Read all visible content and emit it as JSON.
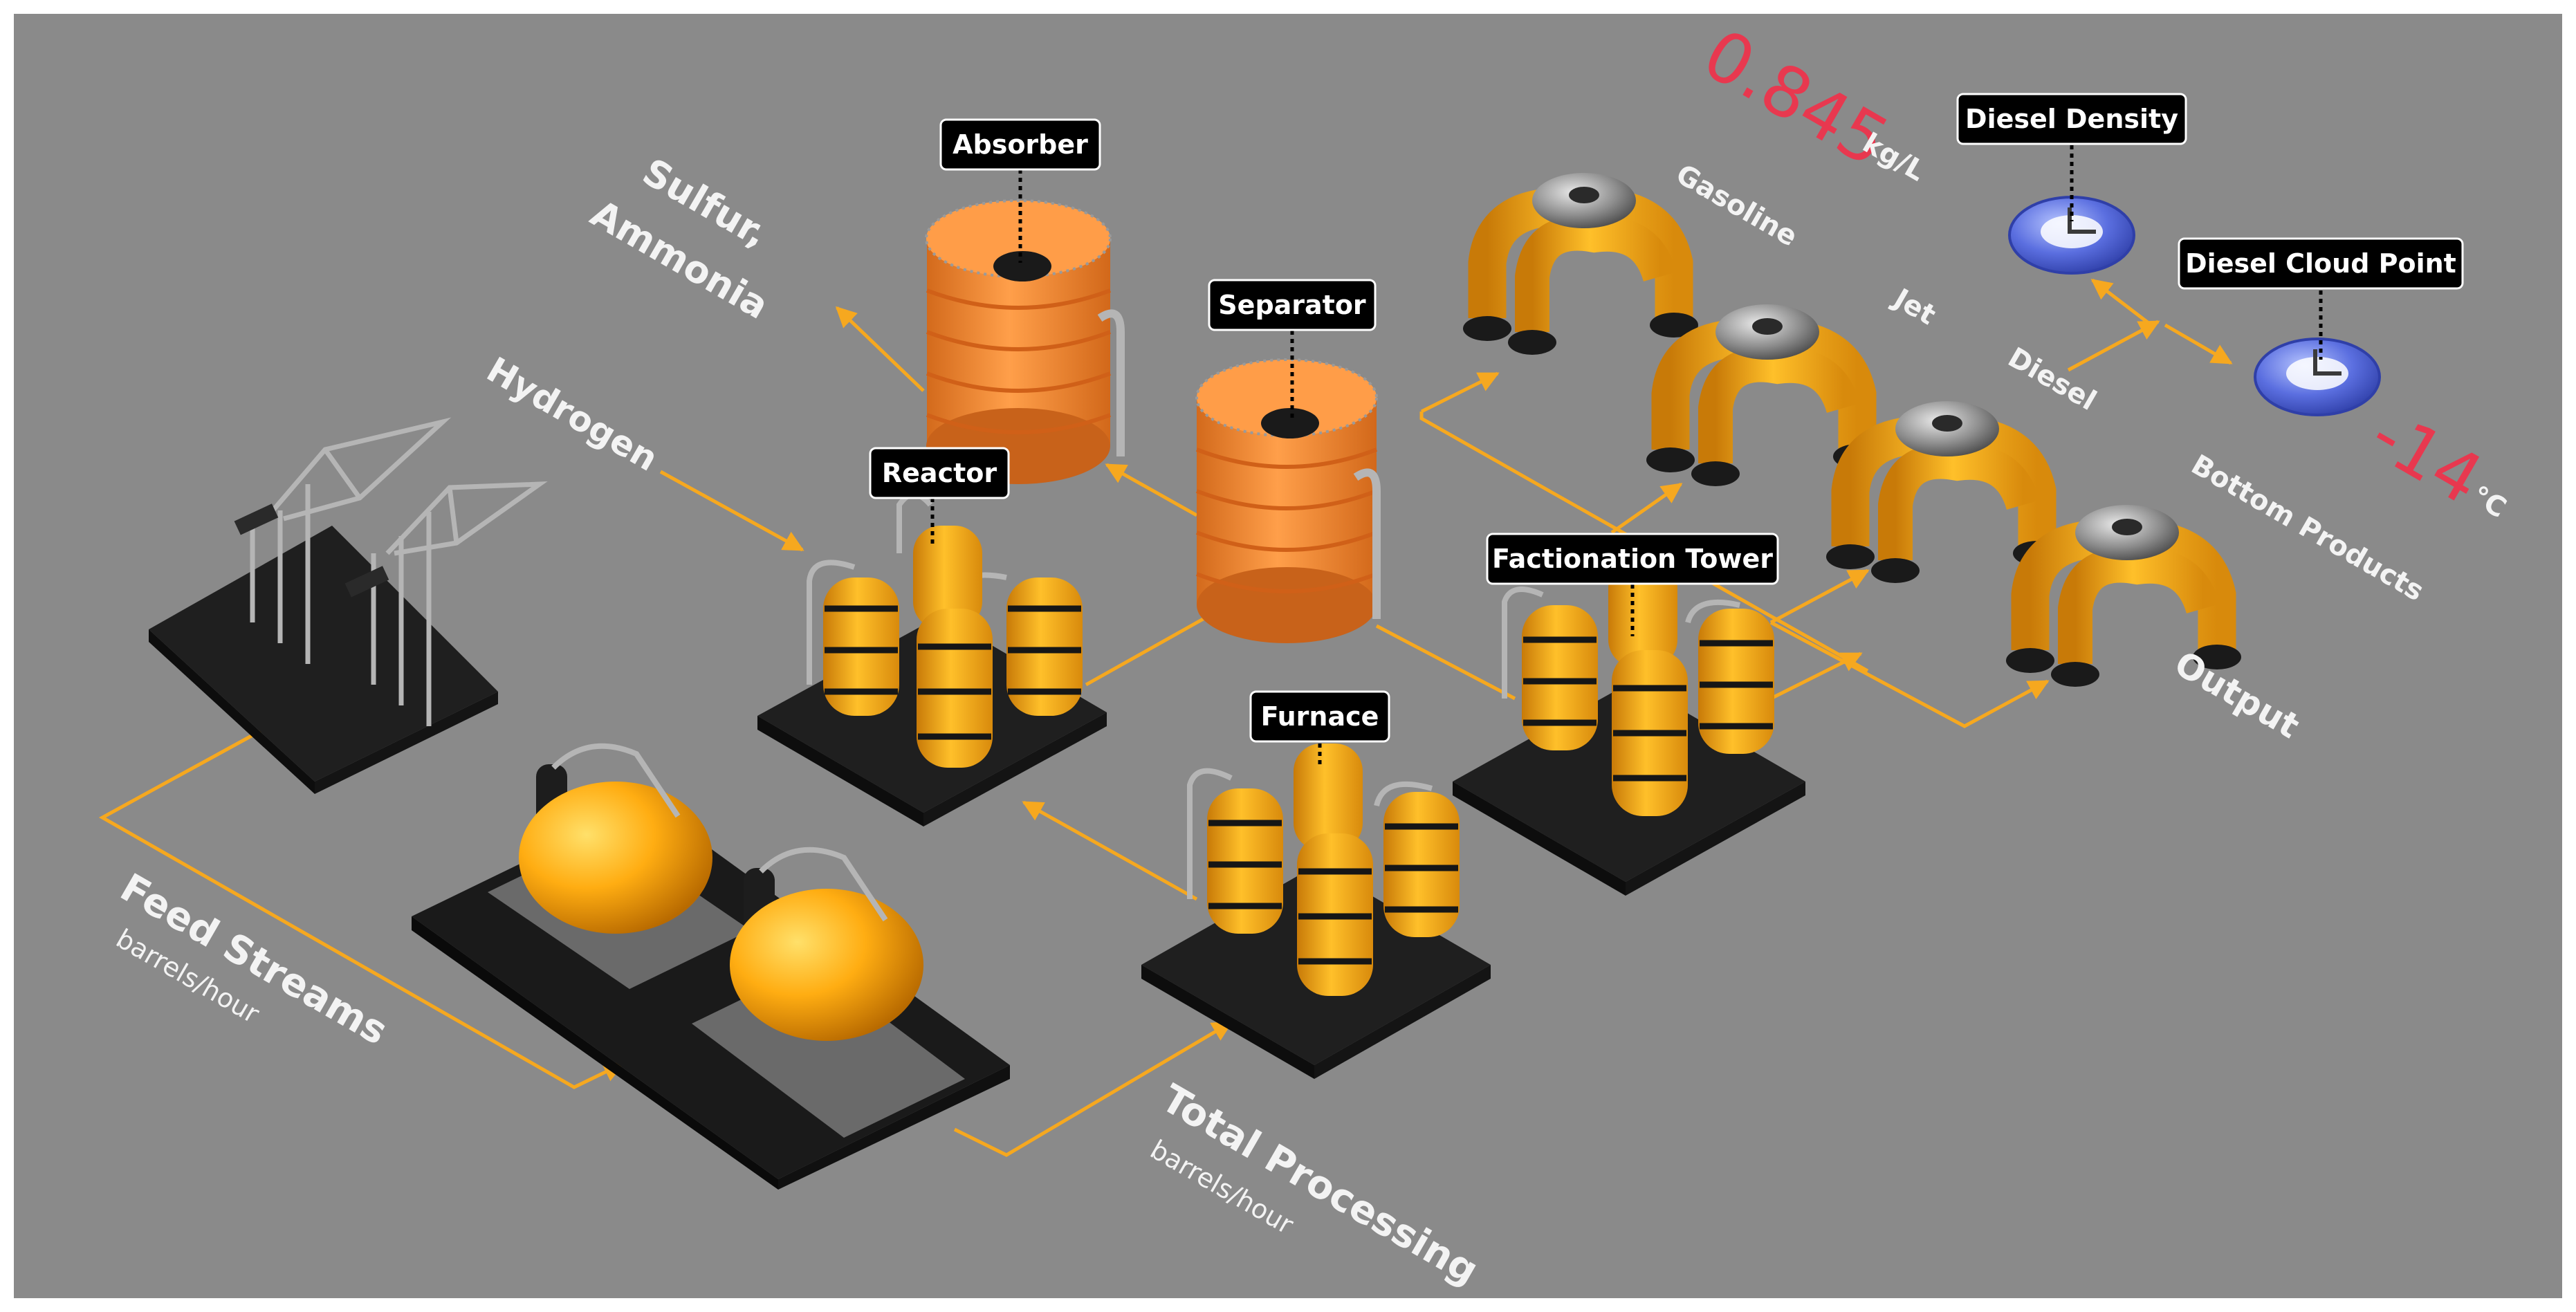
{
  "callouts": {
    "absorber": "Absorber",
    "separator": "Separator",
    "reactor": "Reactor",
    "furnace": "Furnace",
    "fractionation": "Factionation Tower",
    "diesel_density": "Diesel Density",
    "diesel_cloud_point": "Diesel Cloud Point"
  },
  "labels": {
    "sulfur_line1": "Sulfur,",
    "sulfur_line2": "Ammonia",
    "hydrogen": "Hydrogen",
    "feed_streams": "Feed Streams",
    "feed_units": "barrels/hour",
    "total_processing": "Total Processing",
    "total_units": "barrels/hour",
    "gasoline": "Gasoline",
    "jet": "Jet",
    "diesel": "Diesel",
    "bottom_products": "Bottom Products",
    "output": "Output"
  },
  "readouts": {
    "density_value": "0.845",
    "density_unit": "kg/L",
    "cloud_value": "-14",
    "cloud_unit": "°C"
  },
  "colors": {
    "background": "#8a8a8a",
    "flow": "#f6a81f",
    "equipment": "#f6a81f",
    "tank": "#f28a32",
    "readout": "#e8384f",
    "gauge": "#5b6fe0"
  }
}
